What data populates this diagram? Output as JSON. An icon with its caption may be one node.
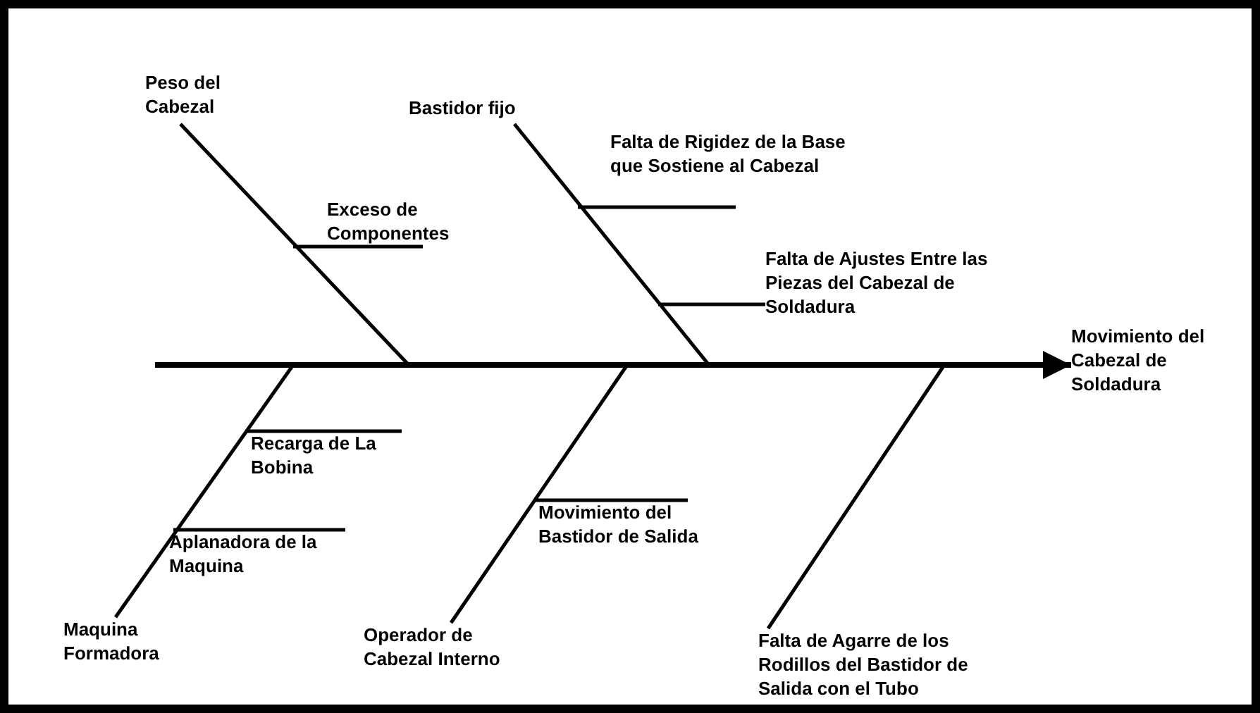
{
  "diagram": {
    "nodes": [
      {
        "text": [
          "Peso del Cabezal"
        ]
      },
      {
        "text": [
          "Exceso de Componentes"
        ]
      },
      {
        "text": [
          "Bastidor fijo"
        ]
      },
      {
        "text": [
          "Falta de Rigidez de la Base que Sostiene al Cabezal"
        ]
      },
      {
        "text": [
          "Falta de Ajustes Entre las Piezas del Cabezal de Soldadura"
        ]
      },
      {
        "text": [
          "Movimiento del Cabezal de Soldadura"
        ]
      },
      {
        "text": [
          "Recarga de La Bobina"
        ]
      },
      {
        "text": [
          "Aplanadora de la Maquina"
        ]
      },
      {
        "text": [
          "Maquina Formadora"
        ]
      },
      {
        "text": [
          "Movimiento del Bastidor de Salida"
        ]
      },
      {
        "text": [
          "Operador de Cabezal Interno"
        ]
      },
      {
        "text": [
          "Falta de Agarre de los Rodillos del Bastidor de Salida con el Tubo"
        ]
      }
    ],
    "edges": [
      {
        "from": null,
        "to": 5,
        "arrow": "to"
      },
      {
        "from": 0,
        "to": null,
        "arrow": "none"
      },
      {
        "from": 1,
        "to": null,
        "arrow": "none"
      },
      {
        "from": 2,
        "to": null,
        "arrow": "none"
      },
      {
        "from": 3,
        "to": null,
        "arrow": "none"
      },
      {
        "from": 4,
        "to": null,
        "arrow": "none"
      },
      {
        "from": 6,
        "to": null,
        "arrow": "none"
      },
      {
        "from": 7,
        "to": null,
        "arrow": "none"
      },
      {
        "from": 8,
        "to": null,
        "arrow": "none"
      },
      {
        "from": 9,
        "to": null,
        "arrow": "none"
      },
      {
        "from": 10,
        "to": null,
        "arrow": "none"
      },
      {
        "from": 11,
        "to": null,
        "arrow": "none"
      }
    ]
  }
}
